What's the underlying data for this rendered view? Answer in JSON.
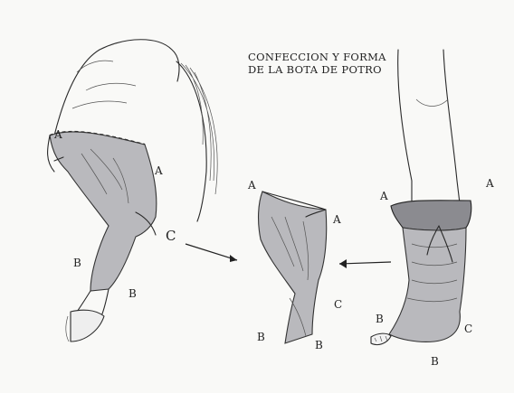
{
  "title": {
    "line1": "CONFECCION Y FORMA",
    "line2": "DE LA BOTA DE POTRO"
  },
  "labels": {
    "left_a_outer": "A",
    "left_a_inner": "A",
    "left_c": "C",
    "left_b_upper": "B",
    "left_b_lower": "B",
    "mid_a_left": "A",
    "mid_a_right": "A",
    "mid_c": "C",
    "mid_b_left": "B",
    "mid_b_right": "B",
    "right_a_left": "A",
    "right_a_right": "A",
    "right_b_side": "B",
    "right_b_bottom": "B",
    "right_c": "C"
  },
  "colors": {
    "paper": "#f9f9f7",
    "ink": "#2a2a2a",
    "boot_fill": "#b9b9bd",
    "boot_dark": "#8b8b90"
  }
}
